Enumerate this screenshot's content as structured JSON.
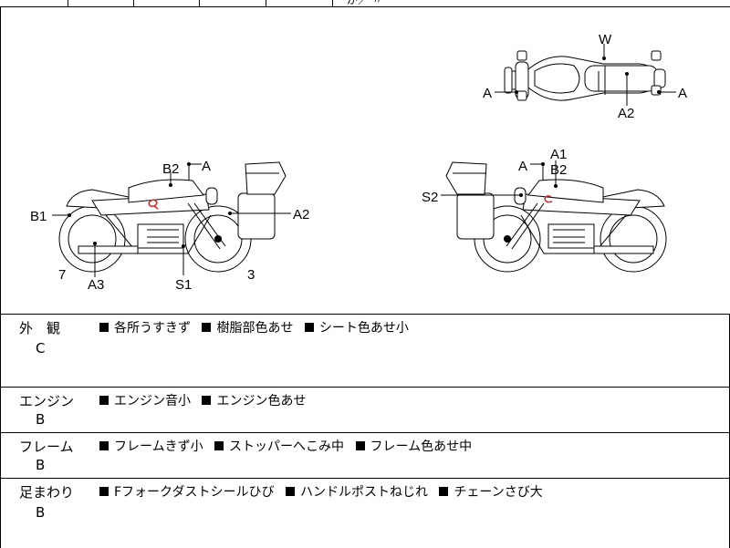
{
  "header_fragment": "が／ 〃",
  "diagram": {
    "top_view": {
      "labels": [
        "W",
        "A",
        "A2",
        "A"
      ]
    },
    "left_view": {
      "labels": [
        "B2",
        "A",
        "B1",
        "A2",
        "7",
        "A3",
        "S1",
        "3"
      ]
    },
    "right_view": {
      "labels": [
        "A1",
        "A",
        "B2",
        "S2"
      ]
    }
  },
  "inspection": [
    {
      "category": "外　観",
      "grade": "C",
      "items": [
        "各所うすきず",
        "樹脂部色あせ",
        "シート色あせ小"
      ]
    },
    {
      "category": "エンジン",
      "grade": "B",
      "items": [
        "エンジン音小",
        "エンジン色あせ"
      ]
    },
    {
      "category": "フレーム",
      "grade": "B",
      "items": [
        "フレームきず小",
        "ストッパーへこみ中",
        "フレーム色あせ中"
      ]
    },
    {
      "category": "足まわり",
      "grade": "B",
      "items": [
        "Fフォークダストシールひび",
        "ハンドルポストねじれ",
        "チェーンさび大"
      ]
    }
  ]
}
